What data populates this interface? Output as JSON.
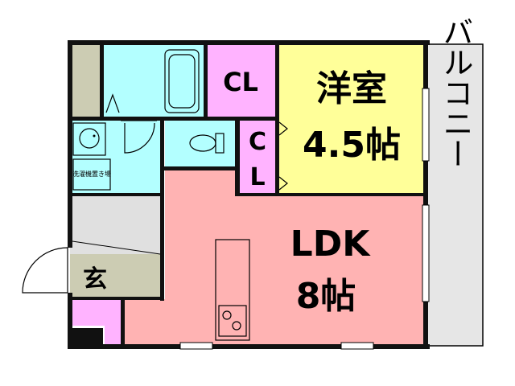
{
  "floorplan": {
    "rooms": {
      "western_room": {
        "name": "洋室",
        "size": "4.5帖"
      },
      "ldk": {
        "name": "LDK",
        "size": "8帖"
      },
      "closet_top": {
        "label": "CL"
      },
      "closet_side": {
        "label_1": "C",
        "label_2": "L"
      },
      "balcony": {
        "label": "バルコニー"
      },
      "entrance": {
        "label": "玄"
      },
      "washer_space": {
        "label": "洗濯機置き場"
      }
    },
    "colors": {
      "western_room": "#FFFF99",
      "ldk": "#FFB3B3",
      "closet": "#FFB3FF",
      "wet_area": "#B3FFFF",
      "hallway": "#E0E0E0",
      "entrance": "#CCCCB3",
      "balcony": "#E6E6E6",
      "wall": "#111111"
    }
  }
}
